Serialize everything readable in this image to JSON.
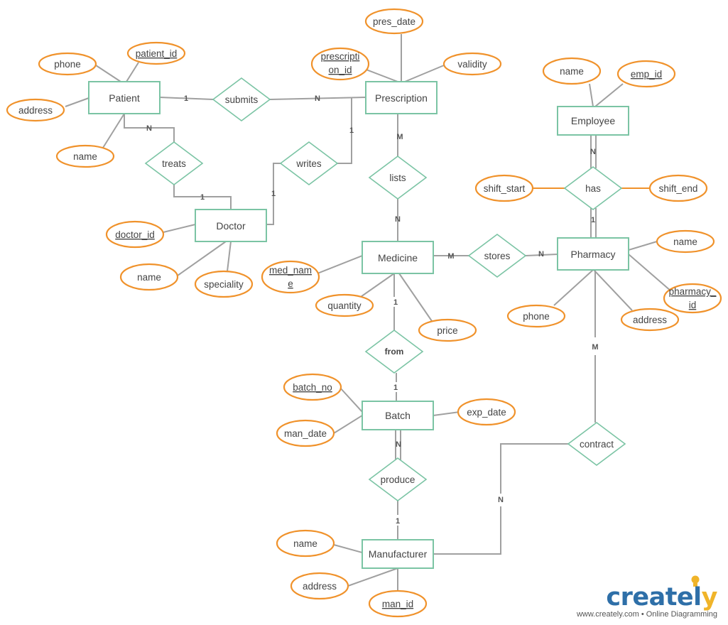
{
  "entities": {
    "patient": "Patient",
    "prescription": "Prescription",
    "employee": "Employee",
    "doctor": "Doctor",
    "medicine": "Medicine",
    "pharmacy": "Pharmacy",
    "batch": "Batch",
    "manufacturer": "Manufacturer"
  },
  "relationships": {
    "submits": "submits",
    "treats": "treats",
    "writes": "writes",
    "lists": "lists",
    "has": "has",
    "stores": "stores",
    "from": "from",
    "contract": "contract",
    "produce": "produce"
  },
  "attributes": {
    "patient_phone": "phone",
    "patient_id": "patient_id",
    "patient_address": "address",
    "patient_name": "name",
    "pres_date": "pres_date",
    "prescription_id_1": "prescripti",
    "prescription_id_2": "on_id",
    "validity": "validity",
    "employee_name": "name",
    "emp_id": "emp_id",
    "shift_start": "shift_start",
    "shift_end": "shift_end",
    "doctor_id": "doctor_id",
    "doctor_name": "name",
    "speciality": "speciality",
    "med_name_1": "med_nam",
    "med_name_2": "e",
    "quantity": "quantity",
    "price": "price",
    "pharmacy_name": "name",
    "pharmacy_id_1": "pharmacy_",
    "pharmacy_id_2": "id",
    "pharmacy_phone": "phone",
    "pharmacy_address": "address",
    "batch_no": "batch_no",
    "exp_date": "exp_date",
    "man_date": "man_date",
    "manufacturer_name": "name",
    "manufacturer_address": "address",
    "man_id": "man_id"
  },
  "cardinalities": {
    "patient_submits": "1",
    "submits_prescription": "N",
    "patient_treats": "N",
    "treats_doctor": "1",
    "doctor_writes": "1",
    "writes_prescription": "1",
    "prescription_lists": "M",
    "lists_medicine": "N",
    "employee_has": "N",
    "has_pharmacy": "1",
    "medicine_stores": "M",
    "stores_pharmacy": "N",
    "medicine_from": "1",
    "from_batch": "1",
    "batch_produce": "N",
    "produce_manufacturer": "1",
    "pharmacy_contract": "M",
    "contract_manufacturer": "N"
  },
  "branding": {
    "logo_main": "createl",
    "logo_end": "y",
    "footer": "www.creately.com • Online Diagramming"
  },
  "colors": {
    "entity_border": "#7bc4a4",
    "attribute_border": "#f0922b",
    "line": "#a0a0a0",
    "logo": "#2e6fa8",
    "logo_accent": "#f0b429"
  }
}
